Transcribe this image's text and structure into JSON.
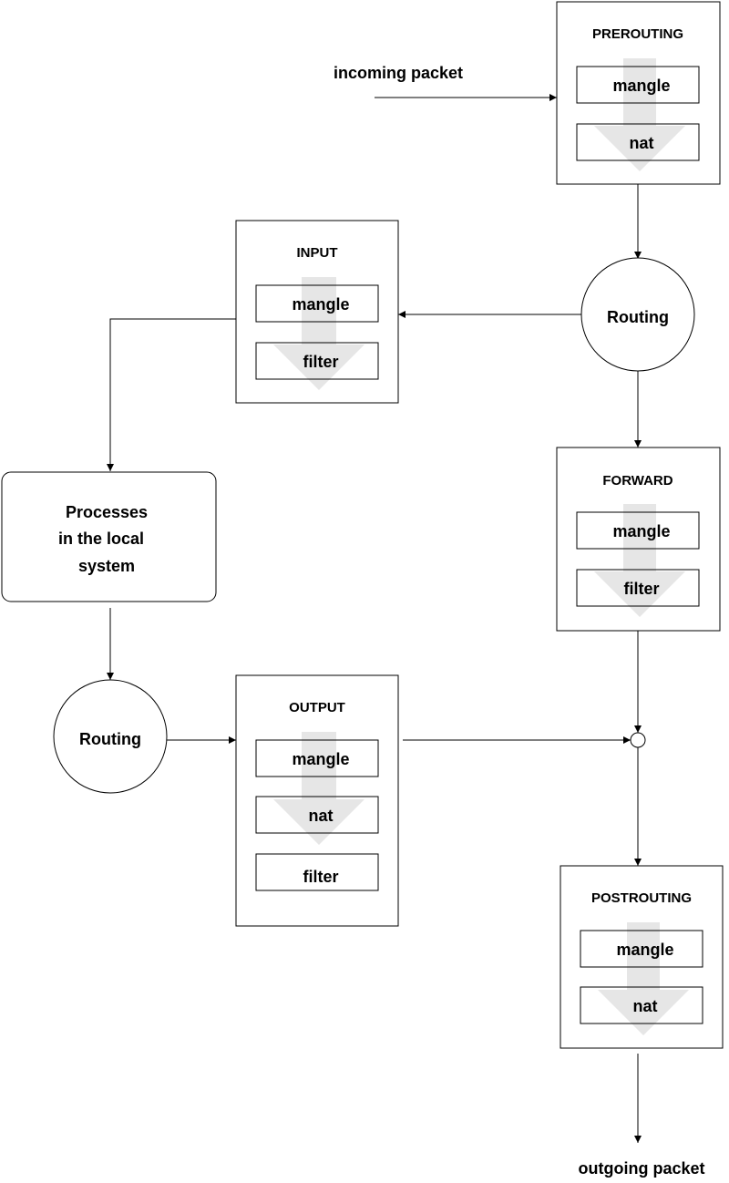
{
  "labels": {
    "incoming": "incoming packet",
    "outgoing": "outgoing packet",
    "routing_top": "Routing",
    "routing_bottom": "Routing",
    "processes_line1": "Processes",
    "processes_line2": "in the local",
    "processes_line3": "system"
  },
  "chains": {
    "prerouting": {
      "title": "PREROUTING",
      "tables": [
        "mangle",
        "nat"
      ]
    },
    "input": {
      "title": "INPUT",
      "tables": [
        "mangle",
        "filter"
      ]
    },
    "forward": {
      "title": "FORWARD",
      "tables": [
        "mangle",
        "filter"
      ]
    },
    "output": {
      "title": "OUTPUT",
      "tables": [
        "mangle",
        "nat",
        "filter"
      ]
    },
    "postrouting": {
      "title": "POSTROUTING",
      "tables": [
        "mangle",
        "nat"
      ]
    }
  }
}
